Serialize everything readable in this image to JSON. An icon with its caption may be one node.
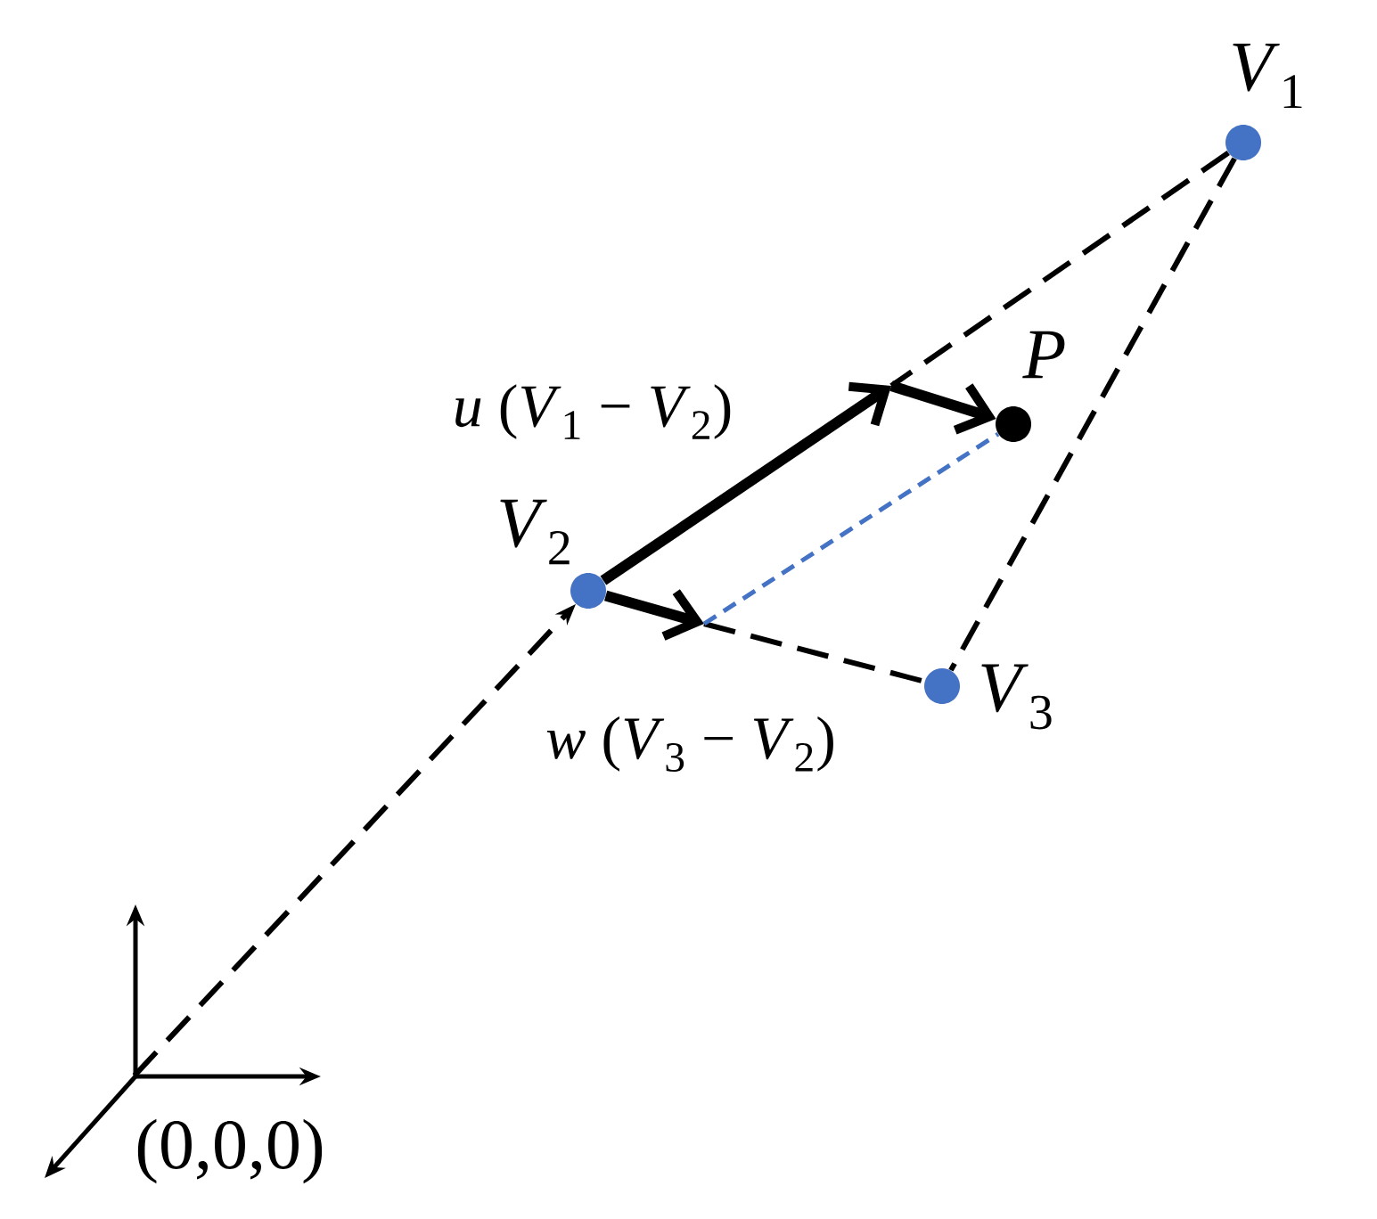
{
  "diagram": {
    "nodes": [
      {
        "text": [
          "*V*$_{1}$"
        ]
      },
      {
        "text": [
          "*P*"
        ]
      },
      {
        "text": [
          "*V*$_{2}$"
        ]
      },
      {
        "text": [
          "*V*$_{3}$"
        ]
      },
      {
        "text": [
          "(0,0,0)"
        ]
      }
    ],
    "edges": [
      {
        "from": 0,
        "to": null,
        "arrow": "none",
        "style": "dashed"
      },
      {
        "from": 0,
        "to": 3,
        "arrow": "none",
        "style": "dashed"
      },
      {
        "from": null,
        "to": 3,
        "arrow": "none",
        "style": "dashed"
      },
      {
        "from": 4,
        "to": 2,
        "arrow": "to",
        "style": "dashed"
      },
      {
        "from": 2,
        "to": null,
        "arrow": "to",
        "style": "thick",
        "label": "*u* (*V*$_{1}$ − *V*$_{2}$)"
      },
      {
        "from": null,
        "to": 1,
        "arrow": "to",
        "style": "thick"
      },
      {
        "from": 2,
        "to": null,
        "arrow": "to",
        "style": "thick",
        "label": "*w* (*V*$_{3}$ − *V*$_{2}$)"
      },
      {
        "from": null,
        "to": 1,
        "arrow": "none",
        "style": "dashed",
        "color": "#4472c4"
      }
    ]
  }
}
